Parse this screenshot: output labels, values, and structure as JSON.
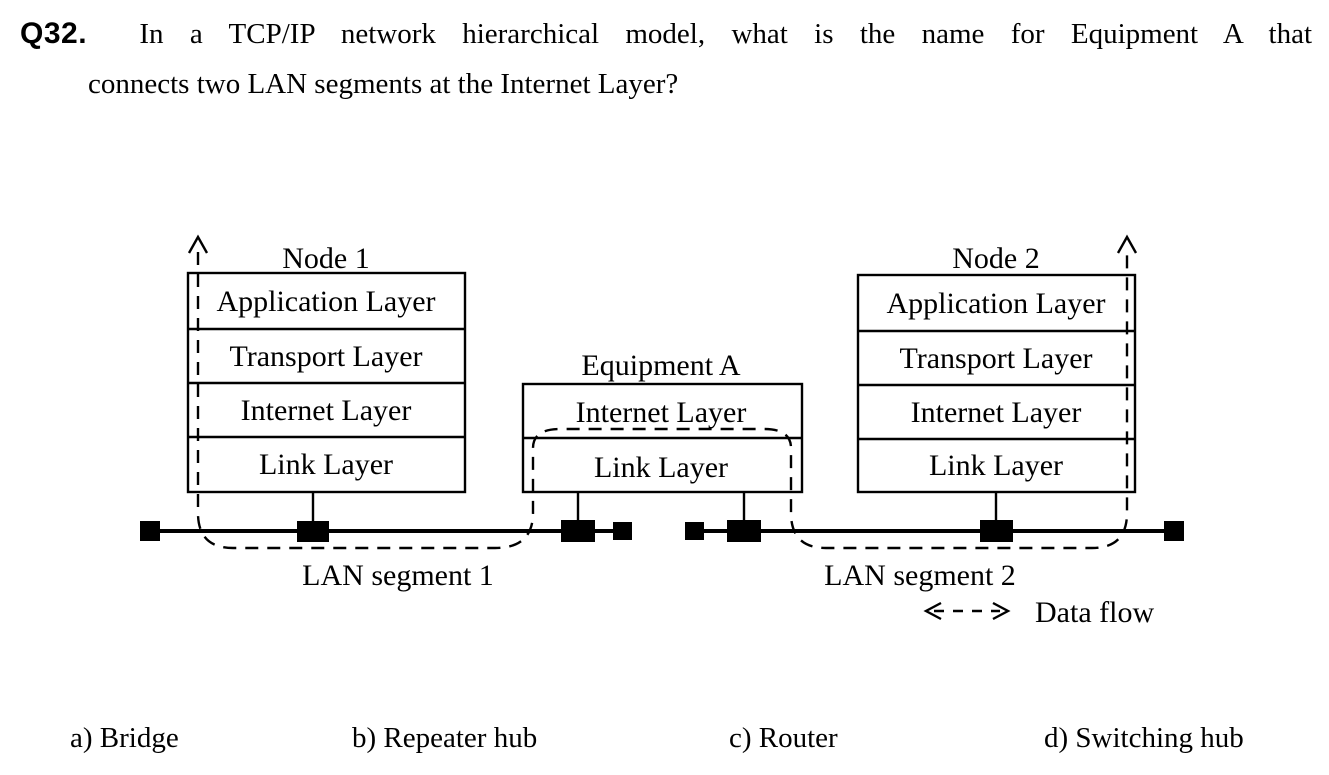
{
  "question": {
    "number": "Q32.",
    "line1": "In a TCP/IP network hierarchical model, what is the name for Equipment A that",
    "line2": "connects two LAN segments at the Internet Layer?"
  },
  "diagram": {
    "node1": {
      "title": "Node 1",
      "layers": [
        "Application Layer",
        "Transport Layer",
        "Internet Layer",
        "Link Layer"
      ]
    },
    "equipment_a": {
      "title": "Equipment A",
      "layers": [
        "Internet Layer",
        "Link Layer"
      ]
    },
    "node2": {
      "title": "Node 2",
      "layers": [
        "Application Layer",
        "Transport Layer",
        "Internet Layer",
        "Link Layer"
      ]
    },
    "lan_segment_1": "LAN segment 1",
    "lan_segment_2": "LAN segment 2",
    "data_flow": "Data flow"
  },
  "options": [
    {
      "label": "a) Bridge"
    },
    {
      "label": "b) Repeater hub"
    },
    {
      "label": "c) Router"
    },
    {
      "label": "d) Switching hub"
    }
  ],
  "colors": {
    "ink": "#000000",
    "background": "#ffffff"
  }
}
